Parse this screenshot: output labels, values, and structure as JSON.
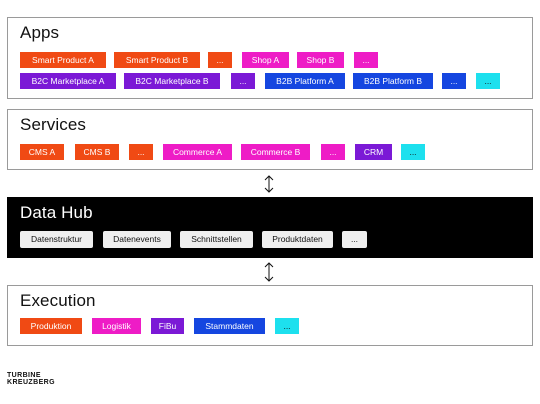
{
  "colors": {
    "orange": "#f04a14",
    "magenta": "#ee1cc6",
    "purple": "#7b19d6",
    "blue": "#1546e0",
    "cyan": "#1de0ee",
    "datahub_bg": "#000000",
    "datahub_chip": "#efefef"
  },
  "apps": {
    "title": "Apps",
    "row1": [
      "Smart Product A",
      "Smart Product B",
      "...",
      "Shop A",
      "Shop B",
      "..."
    ],
    "row2": [
      "B2C Marketplace A",
      "B2C Marketplace B",
      "...",
      "B2B Platform A",
      "B2B Platform B",
      "...",
      "..."
    ]
  },
  "services": {
    "title": "Services",
    "items": [
      "CMS A",
      "CMS B",
      "...",
      "Commerce A",
      "Commerce B",
      "...",
      "CRM",
      "..."
    ]
  },
  "datahub": {
    "title": "Data Hub",
    "items": [
      "Datenstruktur",
      "Datenevents",
      "Schnittstellen",
      "Produktdaten",
      "..."
    ]
  },
  "execution": {
    "title": "Execution",
    "items": [
      "Produktion",
      "Logistik",
      "FiBu",
      "Stammdaten",
      "..."
    ]
  },
  "logo": {
    "line1": "TURBINE",
    "line2": "KREUZBERG"
  },
  "connectors": [
    "double-arrow-icon",
    "double-arrow-icon"
  ]
}
